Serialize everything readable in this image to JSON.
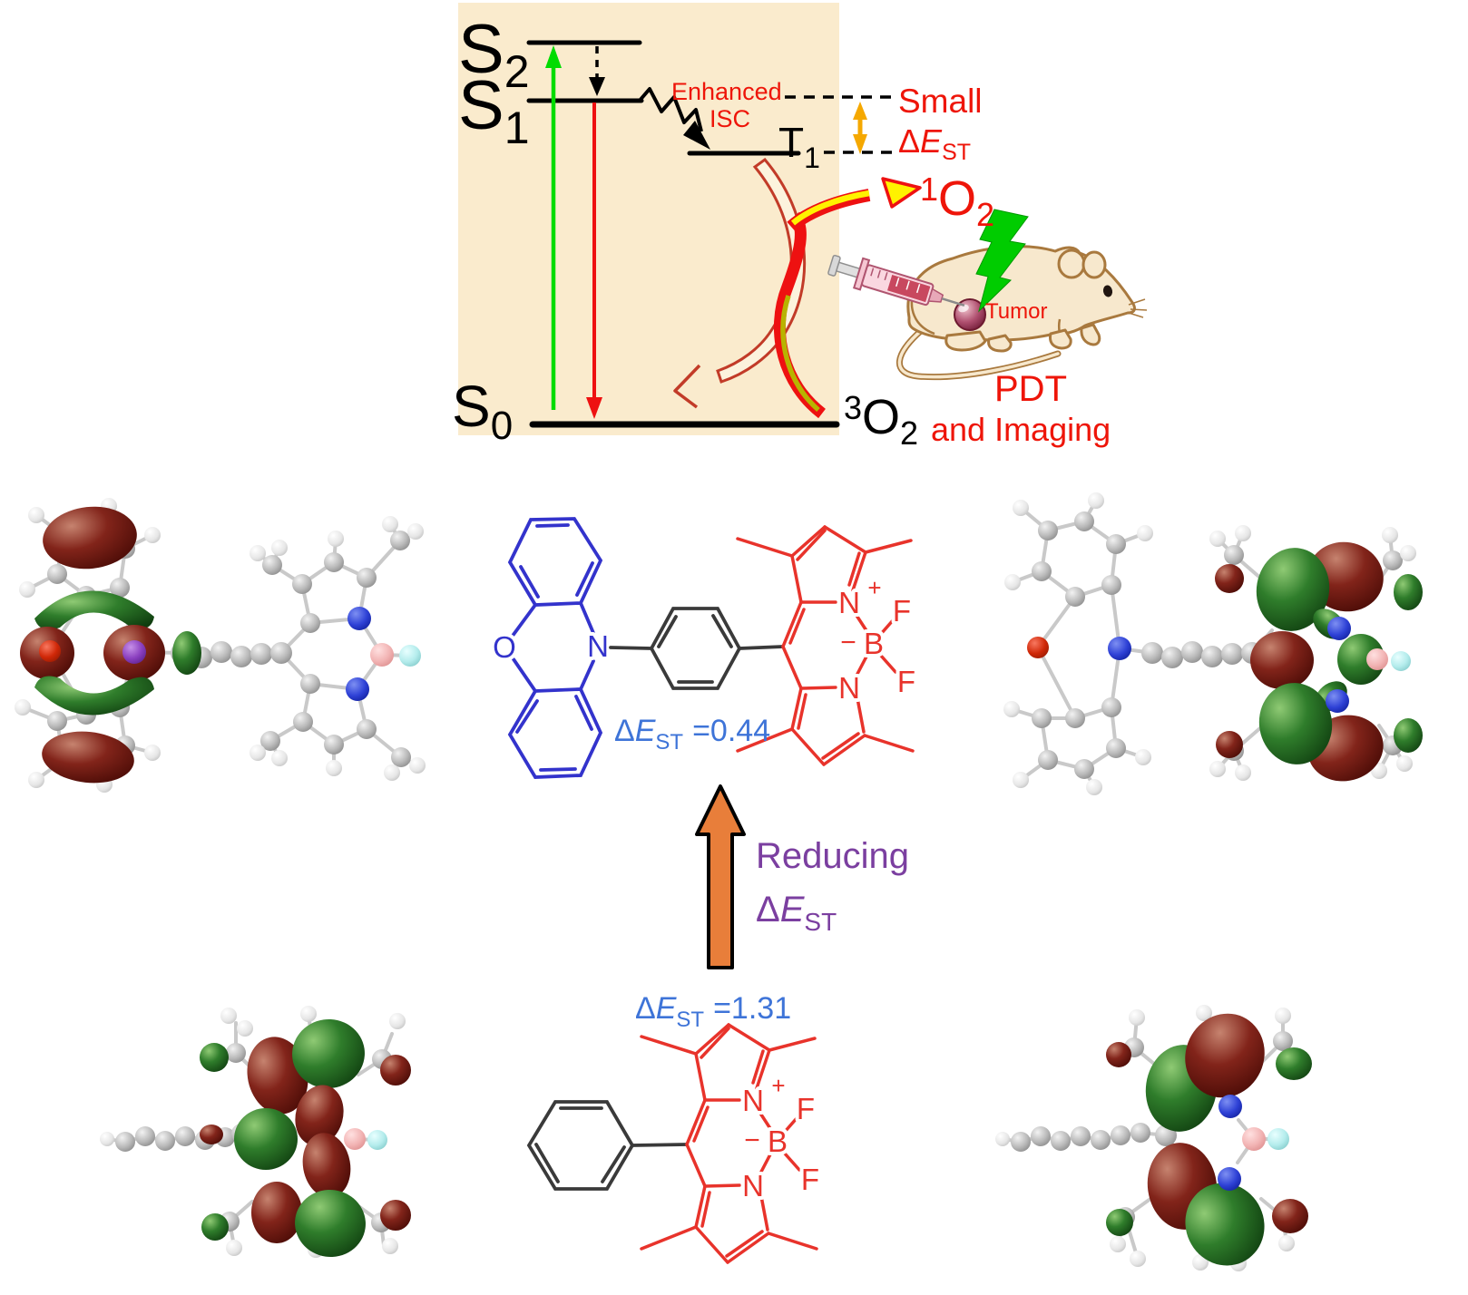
{
  "figure": {
    "type": "graphical-abstract",
    "panel_background": "#FAEBCD"
  },
  "jablonski": {
    "states": {
      "s2": {
        "base": "S",
        "sub": "2"
      },
      "s1": {
        "base": "S",
        "sub": "1"
      },
      "t1": {
        "base": "T",
        "sub": "1"
      },
      "s0": {
        "base": "S",
        "sub": "0"
      }
    },
    "isc": {
      "line1": "Enhanced",
      "line2": "ISC"
    },
    "gap": {
      "word": "Small",
      "delta": "Δ",
      "e": "E",
      "sub": "ST"
    },
    "singlet_oxygen": {
      "sup": "1",
      "symbol": "O",
      "sub": "2"
    },
    "triplet_oxygen": {
      "sup": "3",
      "symbol": "O",
      "sub": "2"
    },
    "tumor_label": "Tumor",
    "caption": {
      "line1": "PDT",
      "line2": "and Imaging"
    }
  },
  "molecules": {
    "dyad_dest": {
      "delta": "Δ",
      "e": "E",
      "sub": "ST",
      "value": "=0.44"
    },
    "ref_dest": {
      "delta": "Δ",
      "e": "E",
      "sub": "ST",
      "value": "=1.31"
    },
    "atoms": {
      "oxygen": "O",
      "nitrogen": "N",
      "boron": "B",
      "fluorine": "F",
      "plus": "+",
      "minus": "−"
    }
  },
  "transition_arrow": {
    "line1": "Reducing",
    "line2": {
      "delta": "Δ",
      "e": "E",
      "sub": "ST"
    }
  },
  "colors": {
    "panel_bg": "#FAEBCD",
    "accent_red": "#EE1509",
    "value_blue": "#3E74D8",
    "purple": "#7B3FA0",
    "struct_blue": "#3333CC",
    "struct_red": "#E8332B",
    "struct_black": "#3A3A3A",
    "excitation_green": "#00DC00",
    "emission_red": "#EE1111",
    "gap_orange": "#F5A800",
    "transition_orange": "#E87E3A",
    "lobe_green": "#1E641E",
    "lobe_maroon": "#701A10",
    "mouse_body": "#F7E8CD",
    "mouse_outline": "#A9793E",
    "lightning_green": "#00CC00",
    "tumor_maroon": "#8C2B4A"
  }
}
